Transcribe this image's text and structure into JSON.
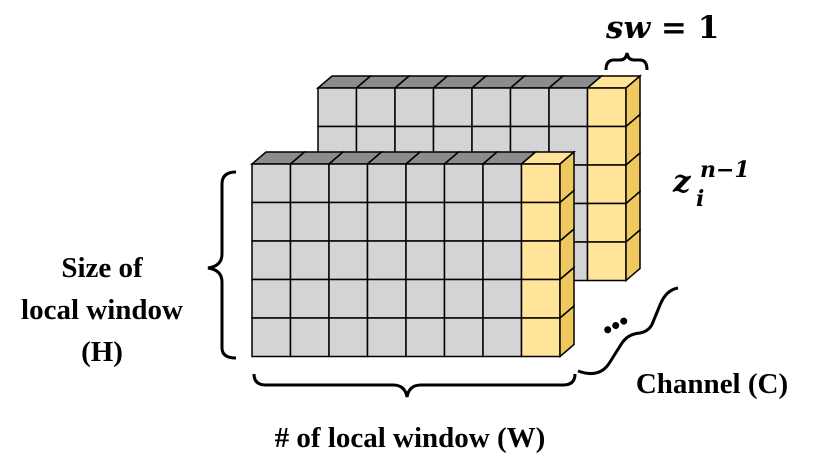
{
  "diagram": {
    "grid": {
      "rows": 5,
      "cols": 7,
      "highlight_cols": 1
    },
    "colors": {
      "cell_gray": "#d4d4d6",
      "cell_top": "#8c8c8e",
      "cell_side": "#9a9a9c",
      "cell_yellow": "#ffe49a",
      "cell_yellow_side": "#f0c860",
      "stroke": "#000000"
    },
    "labels": {
      "sw_prefix": "sw",
      "sw_equals": " = 1",
      "z_base": "z",
      "z_sub": "i",
      "z_sup": "n−1",
      "size_line1": "Size of",
      "size_line2": "local window",
      "size_line3": "(H)",
      "channel": "Channel (C)",
      "num_windows": "# of local window (W)",
      "ellipsis": "•••"
    }
  }
}
